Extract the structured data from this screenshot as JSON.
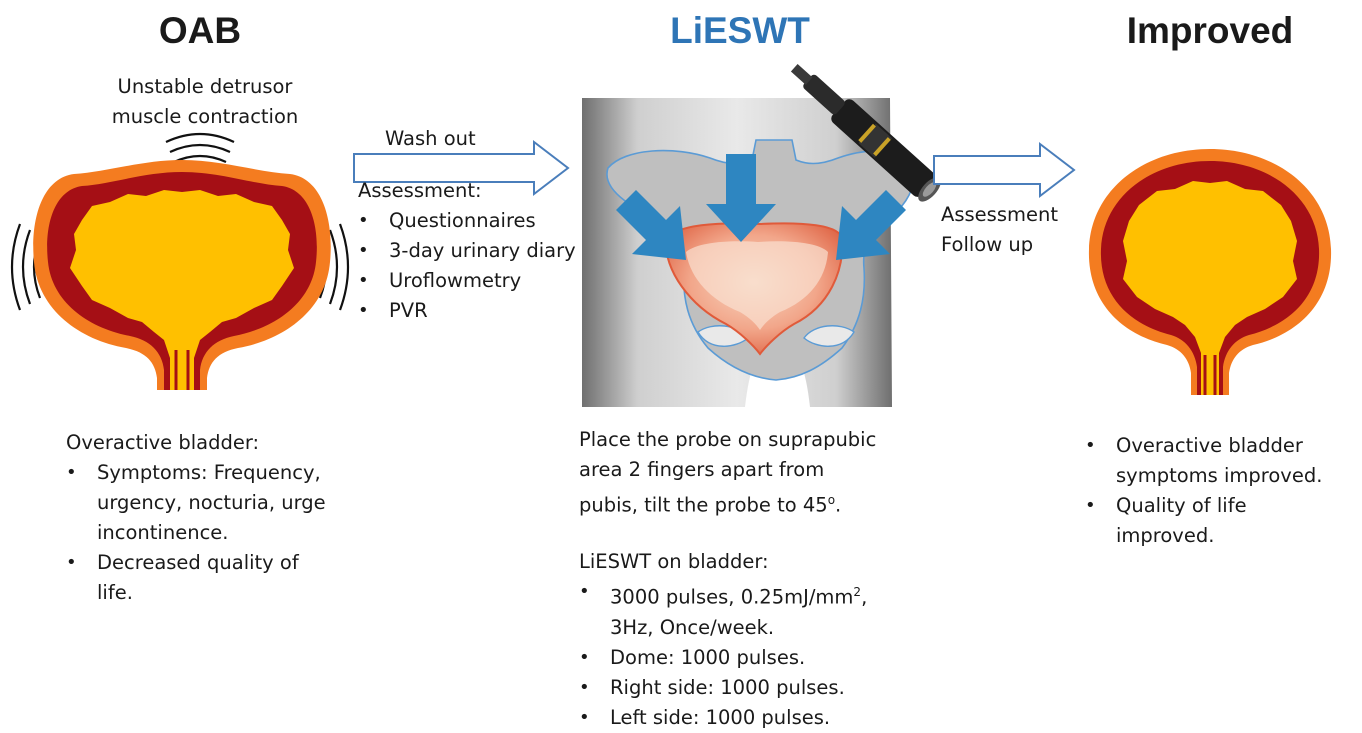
{
  "columns": {
    "oab": {
      "title": "OAB",
      "note_line1": "Unstable detrusor",
      "note_line2": "muscle contraction",
      "heading": "Overactive bladder:",
      "bullets": [
        {
          "lines": [
            "Symptoms: Frequency,",
            "urgency, nocturia, urge",
            "incontinence."
          ]
        },
        {
          "lines": [
            "Decreased quality of",
            "life."
          ]
        }
      ]
    },
    "lieswt": {
      "title": "LiESWT",
      "title_color": "#2e75b6",
      "placement_lines": [
        "Place the probe on suprapubic",
        "area 2 fingers apart from",
        "pubis, tilt the probe to 45",
        "o",
        "."
      ],
      "protocol_heading": "LiESWT on bladder:",
      "protocol_bullets": [
        {
          "lines": [
            "3000 pulses, 0.25mJ/mm",
            "2",
            ",",
            "3Hz, Once/week."
          ]
        },
        {
          "lines": [
            "Dome: 1000 pulses."
          ]
        },
        {
          "lines": [
            "Right side: 1000 pulses."
          ]
        },
        {
          "lines": [
            "Left side: 1000 pulses."
          ]
        }
      ]
    },
    "improved": {
      "title": "Improved",
      "bullets": [
        {
          "lines": [
            "Overactive bladder",
            "symptoms improved."
          ]
        },
        {
          "lines": [
            "Quality of life",
            "improved."
          ]
        }
      ]
    }
  },
  "arrow1": {
    "label": "Wash out",
    "assessment_heading": "Assessment:",
    "assessment_items": [
      "Questionnaires",
      "3-day urinary diary",
      "Uroflowmetry",
      "PVR"
    ]
  },
  "arrow2": {
    "label_line1": "Assessment",
    "label_line2": "Follow up"
  },
  "colors": {
    "bladder_outer": "#f47c20",
    "bladder_wall": "#a50f15",
    "bladder_lumen": "#ffc000",
    "pelvis": "#bfbfbf",
    "pelvis_outline": "#5b9bd5",
    "shock_arrows": "#2e86c1",
    "flow_arrow_outline": "#4a7ebb"
  }
}
